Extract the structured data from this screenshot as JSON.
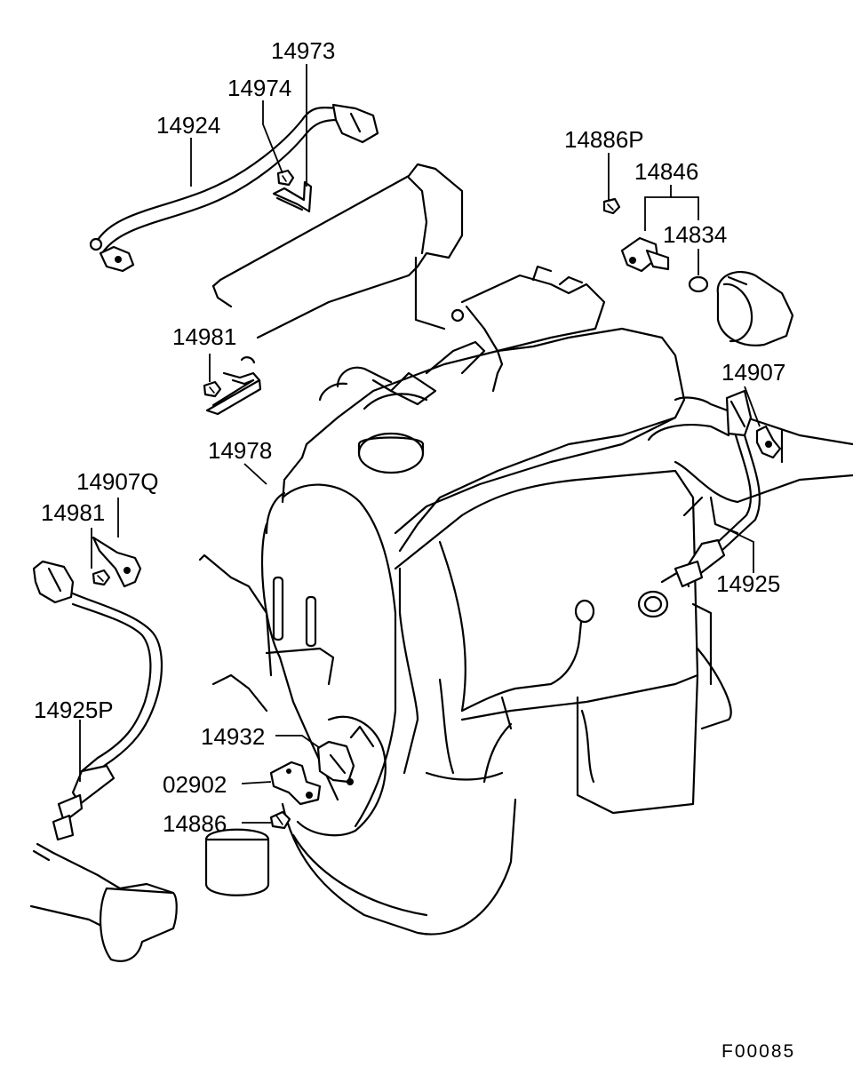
{
  "labels": {
    "p14973": "14973",
    "p14974": "14974",
    "p14924": "14924",
    "p14886P": "14886P",
    "p14846": "14846",
    "p14834": "14834",
    "p14981_top": "14981",
    "p14978": "14978",
    "p14907": "14907",
    "p14907Q": "14907Q",
    "p14981_left": "14981",
    "p14925": "14925",
    "p14925P": "14925P",
    "p14932": "14932",
    "p02902": "02902",
    "p14886": "14886"
  },
  "figure_code": "F00085"
}
